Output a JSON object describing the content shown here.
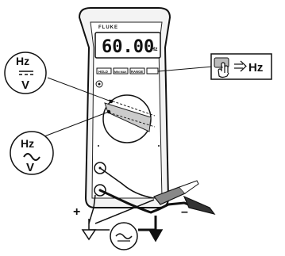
{
  "meter": {
    "brand": "FLUKE",
    "display_value": "60.00",
    "display_unit": "Hz",
    "buttons": [
      "HOLD",
      "MIN MAX",
      "RANGE"
    ]
  },
  "callouts": {
    "dc_top": "Hz",
    "dc_bottom": "V",
    "ac_top": "Hz",
    "ac_bottom": "V",
    "press_result": "Hz"
  },
  "leads": {
    "positive": "+",
    "negative": "–"
  },
  "icons": [
    "pointing-hand-icon",
    "arrow-right-icon",
    "ac-sine-icon",
    "dc-lines-icon"
  ]
}
